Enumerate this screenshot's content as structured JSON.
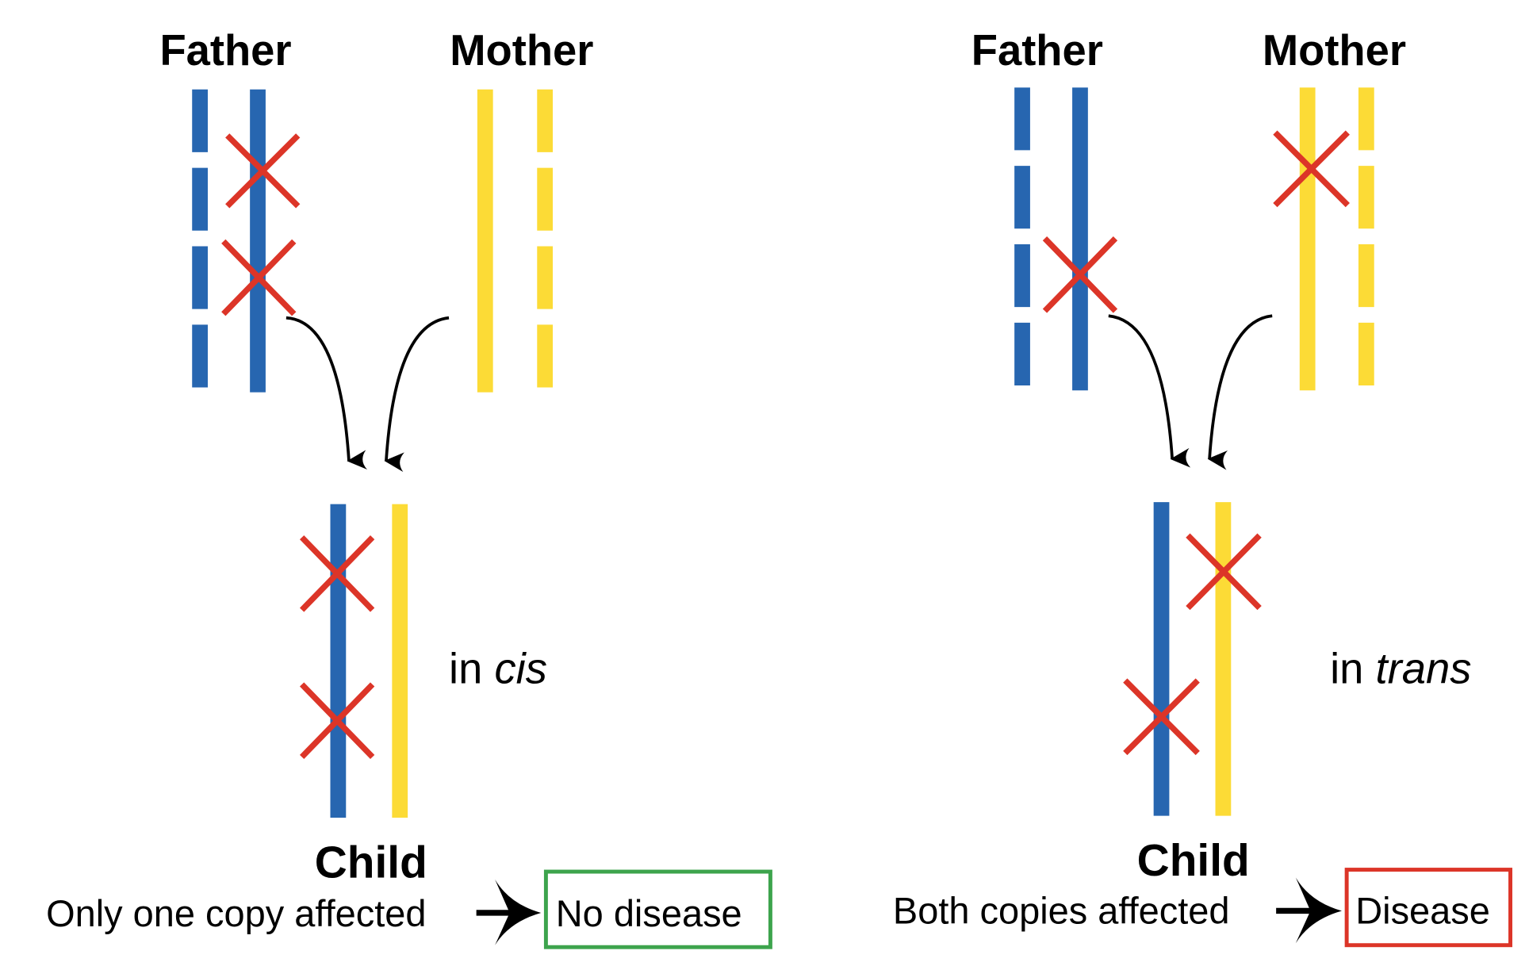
{
  "colors": {
    "father_chromosome": "#2766b0",
    "mother_chromosome": "#fcdb36",
    "mutation_mark": "#dc3528",
    "no_disease_box": "#3da44d",
    "disease_box": "#dc3528",
    "text": "#000000"
  },
  "panels": [
    {
      "id": "cis",
      "father_label": "Father",
      "mother_label": "Mother",
      "child_label": "Child",
      "mode_prefix": "in ",
      "mode_term": "cis",
      "outcome_text": "Only one copy affected",
      "result_label": "No disease",
      "result_color": "#3da44d",
      "father_mutations": 2,
      "mother_mutations": 0,
      "child_mutations_on_father_copy": 2,
      "child_mutations_on_mother_copy": 0
    },
    {
      "id": "trans",
      "father_label": "Father",
      "mother_label": "Mother",
      "child_label": "Child",
      "mode_prefix": "in ",
      "mode_term": "trans",
      "outcome_text": "Both copies affected",
      "result_label": "Disease",
      "result_color": "#dc3528",
      "father_mutations": 1,
      "mother_mutations": 1,
      "child_mutations_on_father_copy": 1,
      "child_mutations_on_mother_copy": 1
    }
  ]
}
